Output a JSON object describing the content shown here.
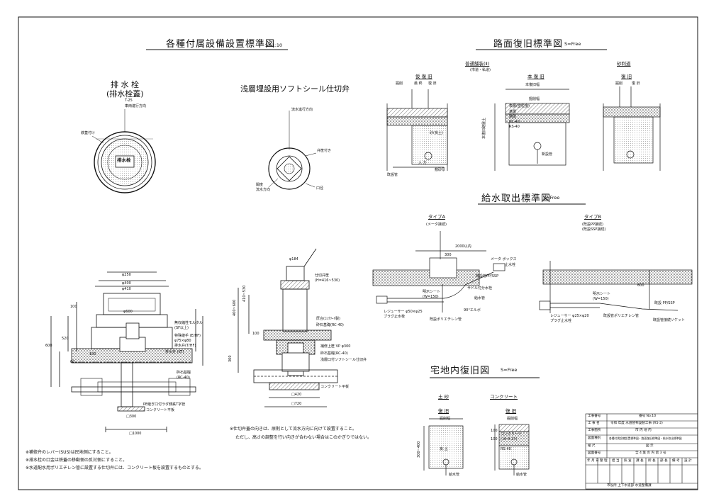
{
  "titles": {
    "main": "各種付属設備設置標準図",
    "main_scale": "S=1:10",
    "road": "路面復旧標準図",
    "road_scale": "S=Free",
    "water": "給水取出標準図",
    "water_scale": "S=Free",
    "yard": "宅地内復旧図",
    "yard_scale": "S=Free"
  },
  "drain": {
    "title": "排 水 栓",
    "subtitle": "(排水栓蓋)",
    "model": "T-25",
    "dir": "車両進行方向",
    "lid": "鉄蓋付け",
    "logo": "排水栓",
    "dims": [
      "φ250",
      "φ400",
      "φ410",
      "φ600",
      "100",
      "100",
      "520",
      "600",
      "60"
    ],
    "labels": [
      "無収縮性モルタル",
      "(SF以上)",
      "特殊継手 (E/HF)",
      "φ75×φ80",
      "排水弁(T/HF)",
      "排水弁 (KT)",
      "砕石基礎",
      "(RC-40)",
      "PE継ぎ口付ラダ鋳鉄T字管",
      "コンクリート平板"
    ],
    "base": "□1000",
    "base2": "□300"
  },
  "valve": {
    "title": "浅層埋設用ソフトシール仕切弁",
    "dir": "流水進行方向",
    "lid": "弁筐付き",
    "open": "開度",
    "flow": "流水方向",
    "mouth": "口径",
    "dims": [
      "φ184",
      "410~530",
      "400~600",
      "300",
      "100",
      "□420",
      "□720"
    ],
    "labels": [
      "仕切弁筐",
      "(H=416~530)",
      "厚合(ｺﾝｸﾘｰﾄ製)",
      "砕石基礎(RC-40)",
      "補修上筐 VP φ300",
      "砕石基礎(RC-40)",
      "浅層口付ソフトシール仕切弁",
      "コンクリート平板"
    ]
  },
  "notes_left": [
    "※補修弁のレバー(SUS)は民地側にすること。",
    "※排水栓の口金は鉄蓋の移動側の反対側にすること。",
    "※水道配水用ポリエチレン管に設置する仕切弁には、コンクリート板を設置するものとする。"
  ],
  "notes_mid": [
    "※仕切弁蓋の向きは、原則として流水方向に向けて設置すること。",
    "ただし、高さの調整を行い向きが合わない場合はこのかぎりではない。"
  ],
  "road": {
    "group1": "普通舗装(Ⅱ)",
    "group1_sub": "(市道・私道)",
    "temp": "仮 復 旧",
    "temp_cols": [
      "掘削",
      "最 終",
      "復 旧"
    ],
    "main": "本 復 旧",
    "main_width": "本復旧幅",
    "dig": "掘削幅",
    "gravel": "砂利道",
    "gravel_head": "復 旧",
    "gravel_cols": [
      "掘削",
      "復 旧"
    ],
    "layers": [
      "表層(密粒度)",
      "基層",
      "路盤",
      "RC-40",
      "RS-40"
    ],
    "soil": "砂(良土)",
    "sand": "入 力",
    "bed": "敷砂厚",
    "pipe": "既設管",
    "cover": "新設管",
    "side": "本復旧路盤土"
  },
  "water": {
    "typeA": "タイプA",
    "typeA_sub": "(メータ接続)",
    "typeB": "タイプB",
    "typeB_sub": "(既設PP接続)",
    "typeB_sub2": "(既設SSP接続)",
    "dim1": "2000以内",
    "dim2": "300",
    "dim3": "600",
    "labels": [
      "明示シート",
      "(W=150)",
      "サドル付分水栓",
      "レジューサー φ50×φ25",
      "プラグ止水栓",
      "既設ポリエチレン管",
      "メータ ボックス",
      "止水栓",
      "90°エルボ",
      "給水管",
      "既設管PP/SSP"
    ],
    "labelsB": [
      "明示シート",
      "(W=150)",
      "レジューサー φ25×φ20",
      "プラグ止水栓",
      "既設管ポリエチレン管",
      "既設管接続ソケット",
      "既設 PP/SSP"
    ]
  },
  "yard": {
    "soil": "土 砂",
    "concrete": "コンクリート",
    "repair": "復 旧",
    "dig": "掘削幅",
    "soil_mat": "良 土",
    "conc_mat": "コンクリート",
    "conc_spec": "(18-8-25)",
    "rs": "RS-40",
    "dims": [
      "300~400",
      "100",
      "100"
    ],
    "pipe": "給水管"
  },
  "titleblock": {
    "rows": [
      [
        "工事番号",
        "",
        "番号 No.10"
      ],
      [
        "工 事 名",
        "",
        "令和 年度 水道管布設替工事 (R5-2)"
      ],
      [
        "工事箇所",
        "",
        "市 内 地 内"
      ],
      [
        "図面種別",
        "",
        "各種付属設備設置標準図・路面復旧標準図・給水取出標準図"
      ],
      [
        "縮 尺",
        "",
        "図 示"
      ],
      [
        "図面番号",
        "",
        "全 4 葉 の 内 第 3 号"
      ]
    ],
    "header": [
      "年 月 日",
      "整 理",
      "担 当",
      "照 査",
      "課 長",
      "所 長",
      "部 長",
      "備 考",
      "設 計"
    ],
    "footer": "市役所 上下水道部 水道整備課"
  },
  "colors": {
    "ink": "#111111",
    "paper": "#ffffff",
    "hatch": "#444444"
  }
}
